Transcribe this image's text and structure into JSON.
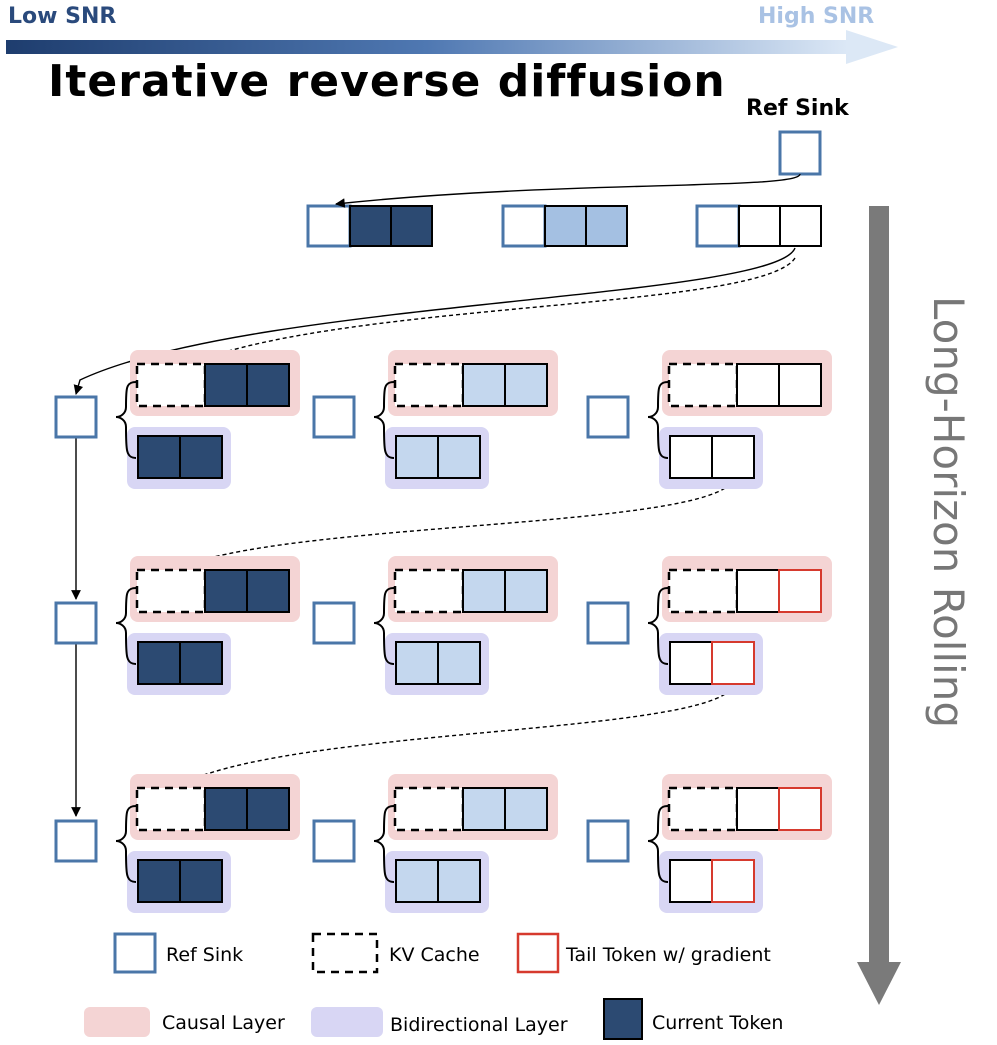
{
  "snr_bar": {
    "low_label": "Low SNR",
    "high_label": "High SNR"
  },
  "title": "Iterative reverse diffusion",
  "top_ref_sink_label": "Ref Sink",
  "side_label": "Long-Horizon Rolling",
  "legend": {
    "ref_sink": "Ref Sink",
    "kv_cache": "KV Cache",
    "tail_token": "Tail Token w/ gradient",
    "causal_layer": "Causal Layer",
    "bidirectional_layer": "Bidirectional Layer",
    "current_token": "Current Token"
  },
  "colors": {
    "ref_sink_border": "#4a76a8",
    "current_token_dark": "#2c4a72",
    "token_mid": "#a4c0e2",
    "token_light": "#c4d7ee",
    "tail_token_border": "#d63a2e",
    "causal_layer_bg": "#f4d4d4",
    "bidirectional_layer_bg": "#d8d6f4",
    "rolling_arrow": "#7a7a7a"
  }
}
